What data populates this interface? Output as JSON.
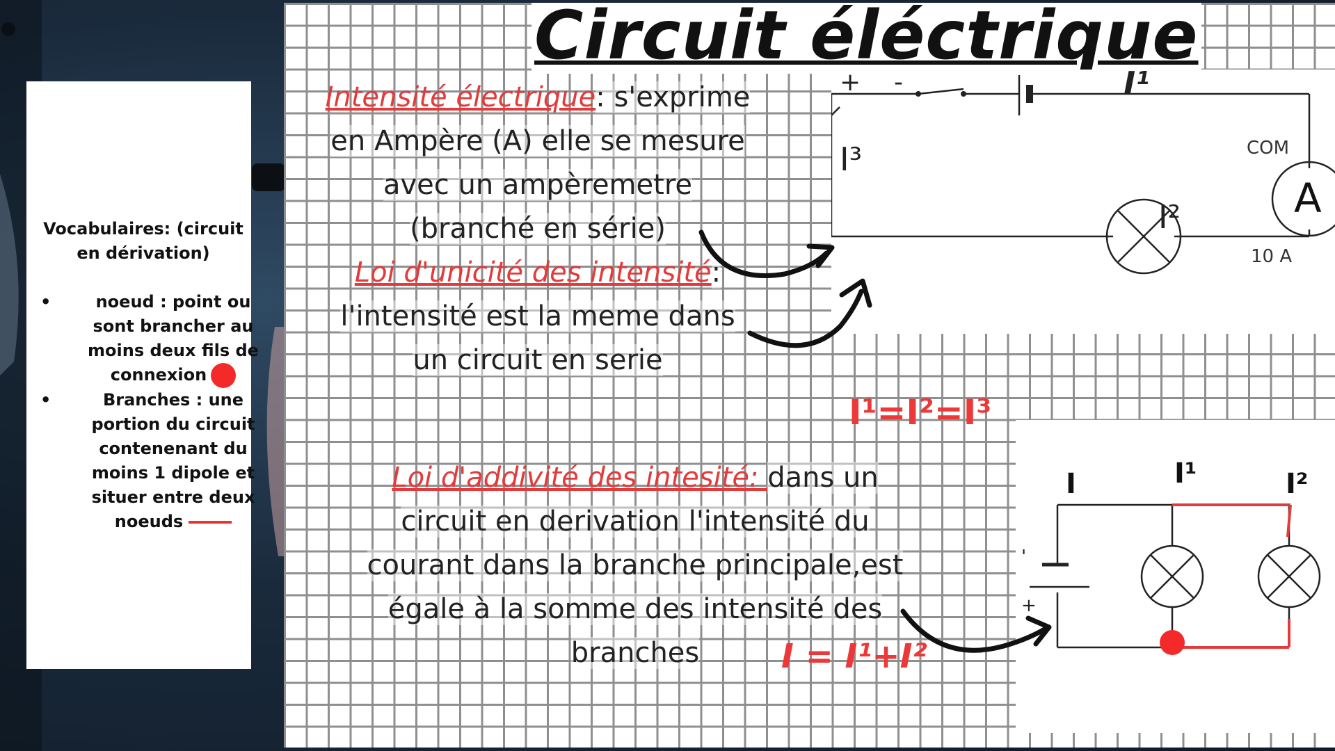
{
  "sidebar": {
    "title": "Vocabulaires: (circuit en dérivation)",
    "items": [
      {
        "bullet": "•",
        "text": "noeud : point ou sont brancher au moins deux fils de connexion"
      },
      {
        "bullet": "•",
        "text": "Branches : une portion du circuit contenenant du moins 1 dipole et situer entre deux noeuds"
      }
    ]
  },
  "main": {
    "title": "Circuit éléctrique",
    "intensity": {
      "term": "Intensité électrique",
      "rest": ": s'exprime en Ampère (A) elle se mesure avec un ampèremetre (branché en série)"
    },
    "unicity": {
      "term": "Loi d'unicité des intensité",
      "rest": ": l'intensité est la meme dans un circuit en serie"
    },
    "additivity": {
      "term": "Loi d'addivité des intesité: ",
      "rest": "dans un circuit en derivation l'intensité du courant dans la branche principale,est égale à la somme des intensité des branches"
    },
    "formula_series": "I¹=I²=I³",
    "formula_parallel": "I = I¹+I²"
  },
  "circuit_series": {
    "plus": "+",
    "minus": "-",
    "i1": "I¹",
    "i2": "I²",
    "i3": "I³",
    "ammeter": "A",
    "com": "COM",
    "range": "10 A"
  },
  "circuit_parallel": {
    "i": "I",
    "i1": "I¹",
    "i2": "I²",
    "minus": "'",
    "plus": "+"
  },
  "colors": {
    "accent": "#e33b3b",
    "node": "#f42a2a",
    "grid": "#8f8f8f",
    "background": "#1a2a3c"
  }
}
